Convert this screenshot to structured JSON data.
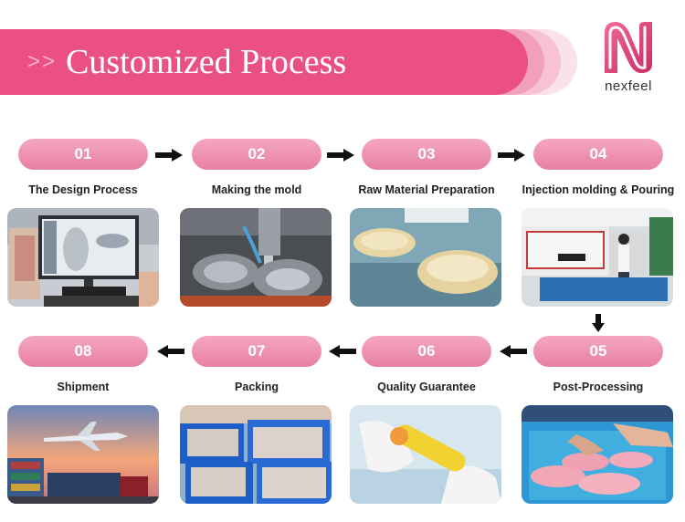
{
  "header": {
    "arrows": ">>",
    "title": "Customized Process"
  },
  "logo": {
    "brand": "nexfeel",
    "icon": "n-monogram-icon"
  },
  "colors": {
    "brand_pink": "#ea4f86",
    "pill_pink": "#ee90b3"
  },
  "steps": [
    {
      "number": "01",
      "label": "The Design Process",
      "image": "design-computer-photo"
    },
    {
      "number": "02",
      "label": "Making the mold",
      "image": "mold-machining-photo"
    },
    {
      "number": "03",
      "label": "Raw Material Preparation",
      "image": "raw-material-photo"
    },
    {
      "number": "04",
      "label": "Injection molding & Pouring",
      "image": "injection-machine-photo"
    },
    {
      "number": "05",
      "label": "Post-Processing",
      "image": "post-processing-photo"
    },
    {
      "number": "06",
      "label": "Quality Guarantee",
      "image": "quality-check-photo"
    },
    {
      "number": "07",
      "label": "Packing",
      "image": "packing-photo"
    },
    {
      "number": "08",
      "label": "Shipment",
      "image": "shipment-photo"
    }
  ]
}
